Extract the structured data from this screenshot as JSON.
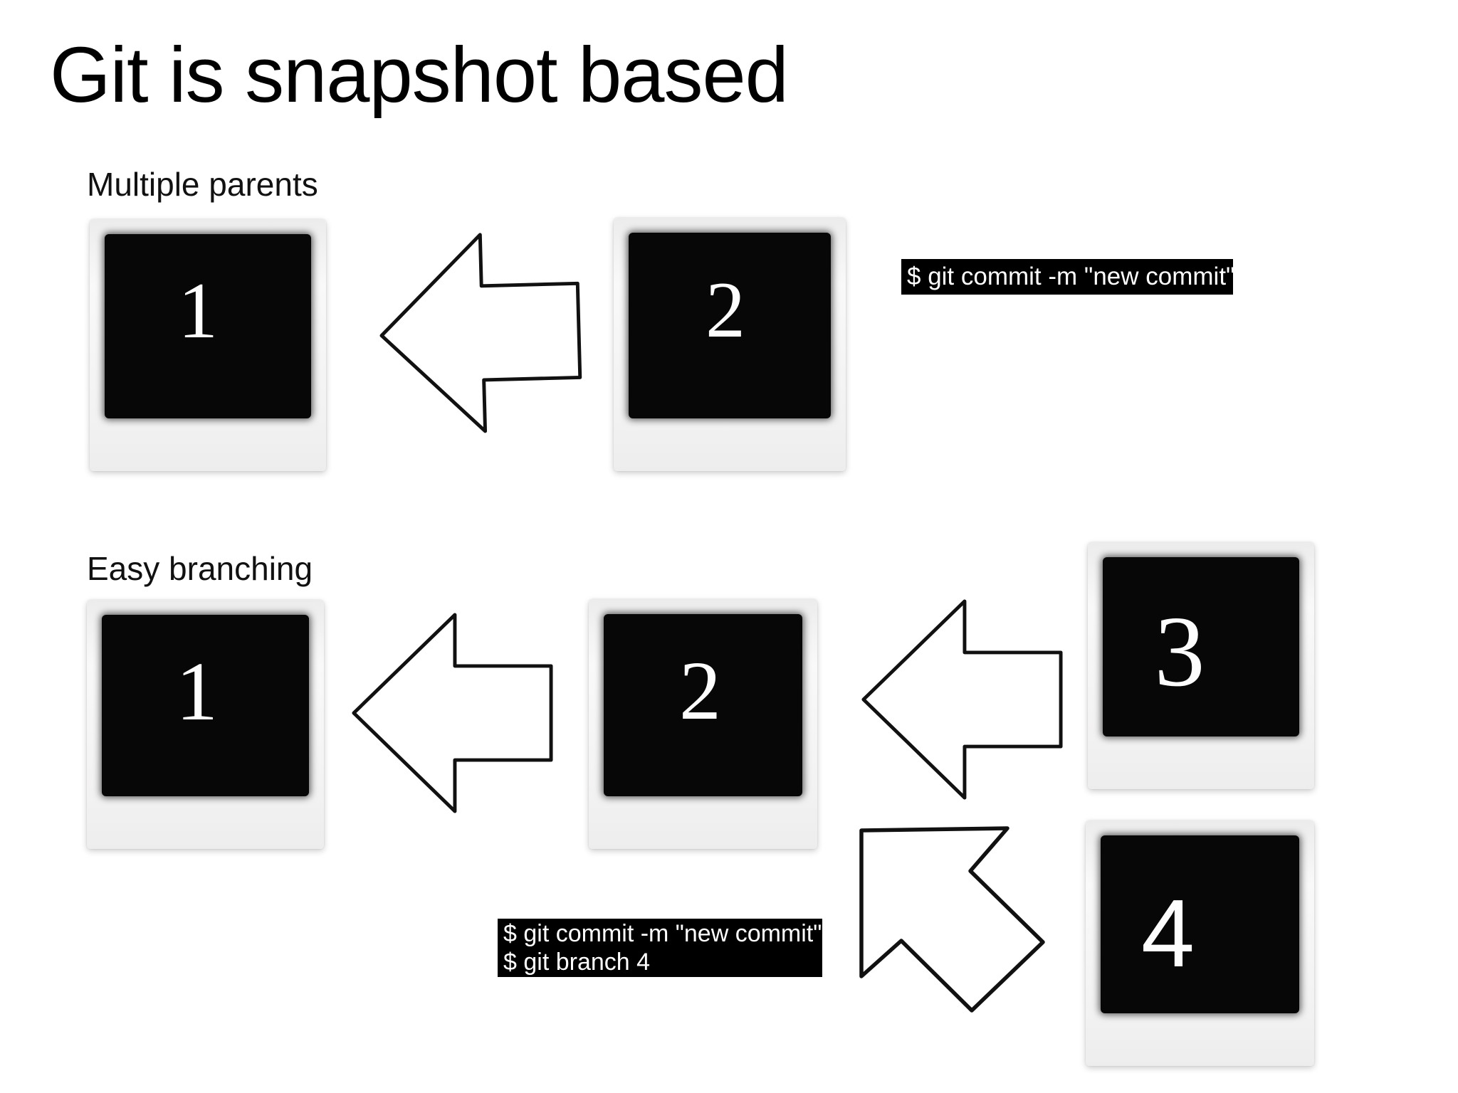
{
  "title": "Git is snapshot based",
  "sections": {
    "multiple_parents": {
      "label": "Multiple parents",
      "snapshots": [
        {
          "number": "1"
        },
        {
          "number": "2"
        }
      ],
      "command_box": {
        "lines": [
          "$ git commit -m \"new commit\""
        ]
      }
    },
    "easy_branching": {
      "label": "Easy branching",
      "snapshots": [
        {
          "number": "1"
        },
        {
          "number": "2"
        },
        {
          "number": "3"
        },
        {
          "number": "4"
        }
      ],
      "command_box": {
        "lines": [
          "$ git commit -m \"new commit\"",
          "$ git branch 4"
        ]
      }
    }
  },
  "icons": {
    "arrow_left": "left-block-arrow",
    "arrow_up_left": "diagonal-up-left-block-arrow"
  },
  "colors": {
    "background": "#ffffff",
    "terminal_background": "#000000",
    "terminal_text": "#ffffff",
    "photo_background": "#070707",
    "frame_background": "#f3f2f2",
    "arrow_fill": "#ffffff",
    "arrow_outline": "#111111"
  }
}
